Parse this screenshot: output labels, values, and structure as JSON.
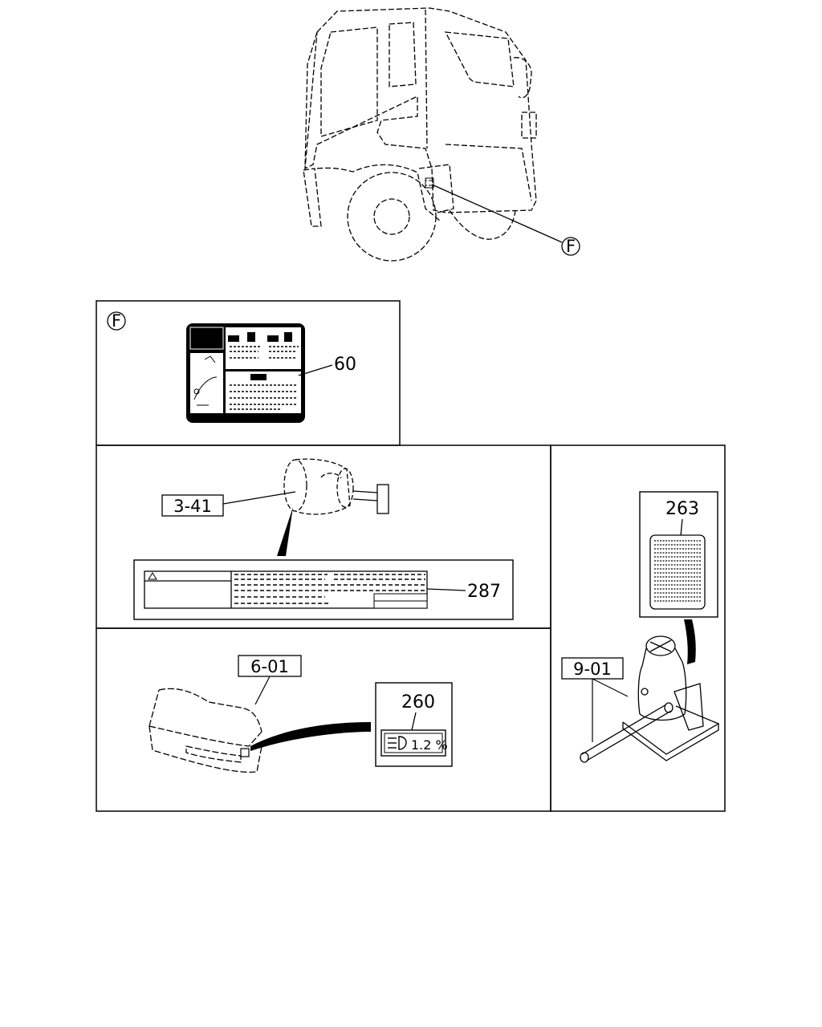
{
  "callouts": {
    "view_f": "F",
    "view_f_panel": "F",
    "label_60": "60",
    "ref_3_41": "3-41",
    "label_287": "287",
    "label_263": "263",
    "ref_6_01": "6-01",
    "label_260": "260",
    "ref_9_01": "9-01",
    "headlamp_value": "1.2 %"
  },
  "colors": {
    "line": "#000000",
    "background": "#ffffff"
  }
}
